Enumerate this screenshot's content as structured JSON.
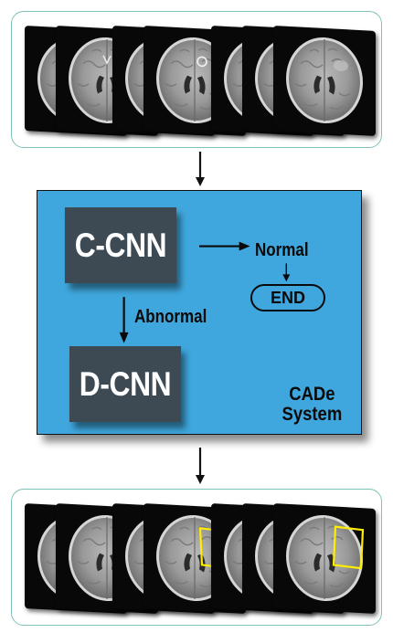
{
  "colors": {
    "panel_border": "#7fc2b8",
    "system_fill": "#3fa7dd",
    "cnn_box_fill": "#3e4a53",
    "detection_box": "#ffee00"
  },
  "system": {
    "c_cnn": "C-CNN",
    "d_cnn": "D-CNN",
    "normal": "Normal",
    "abnormal": "Abnormal",
    "end": "END",
    "title_line1": "CADe",
    "title_line2": "System"
  },
  "input_panel": {
    "slices": [
      "mri-slice",
      "mri-slice",
      "mri-slice",
      "mri-slice",
      "mri-slice",
      "mri-slice",
      "mri-slice"
    ]
  },
  "output_panel": {
    "slices": [
      "mri-slice",
      "mri-slice",
      "mri-slice",
      "mri-slice",
      "mri-slice",
      "mri-slice",
      "mri-slice"
    ]
  }
}
